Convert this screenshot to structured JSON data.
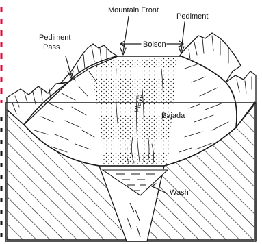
{
  "labels": {
    "mountain_front": "Mountain Front",
    "pediment": "Pediment",
    "pediment_pass_line1": "Pediment",
    "pediment_pass_line2": "Pass",
    "bolson": "Bolson",
    "playa": "Playa",
    "bajada": "Bajada",
    "wash": "Wash"
  },
  "colors": {
    "ink": "#1a1a1a",
    "paper": "#ffffff",
    "margin_stripe": "#e8003a",
    "margin_stripe_dark": "#000000"
  }
}
